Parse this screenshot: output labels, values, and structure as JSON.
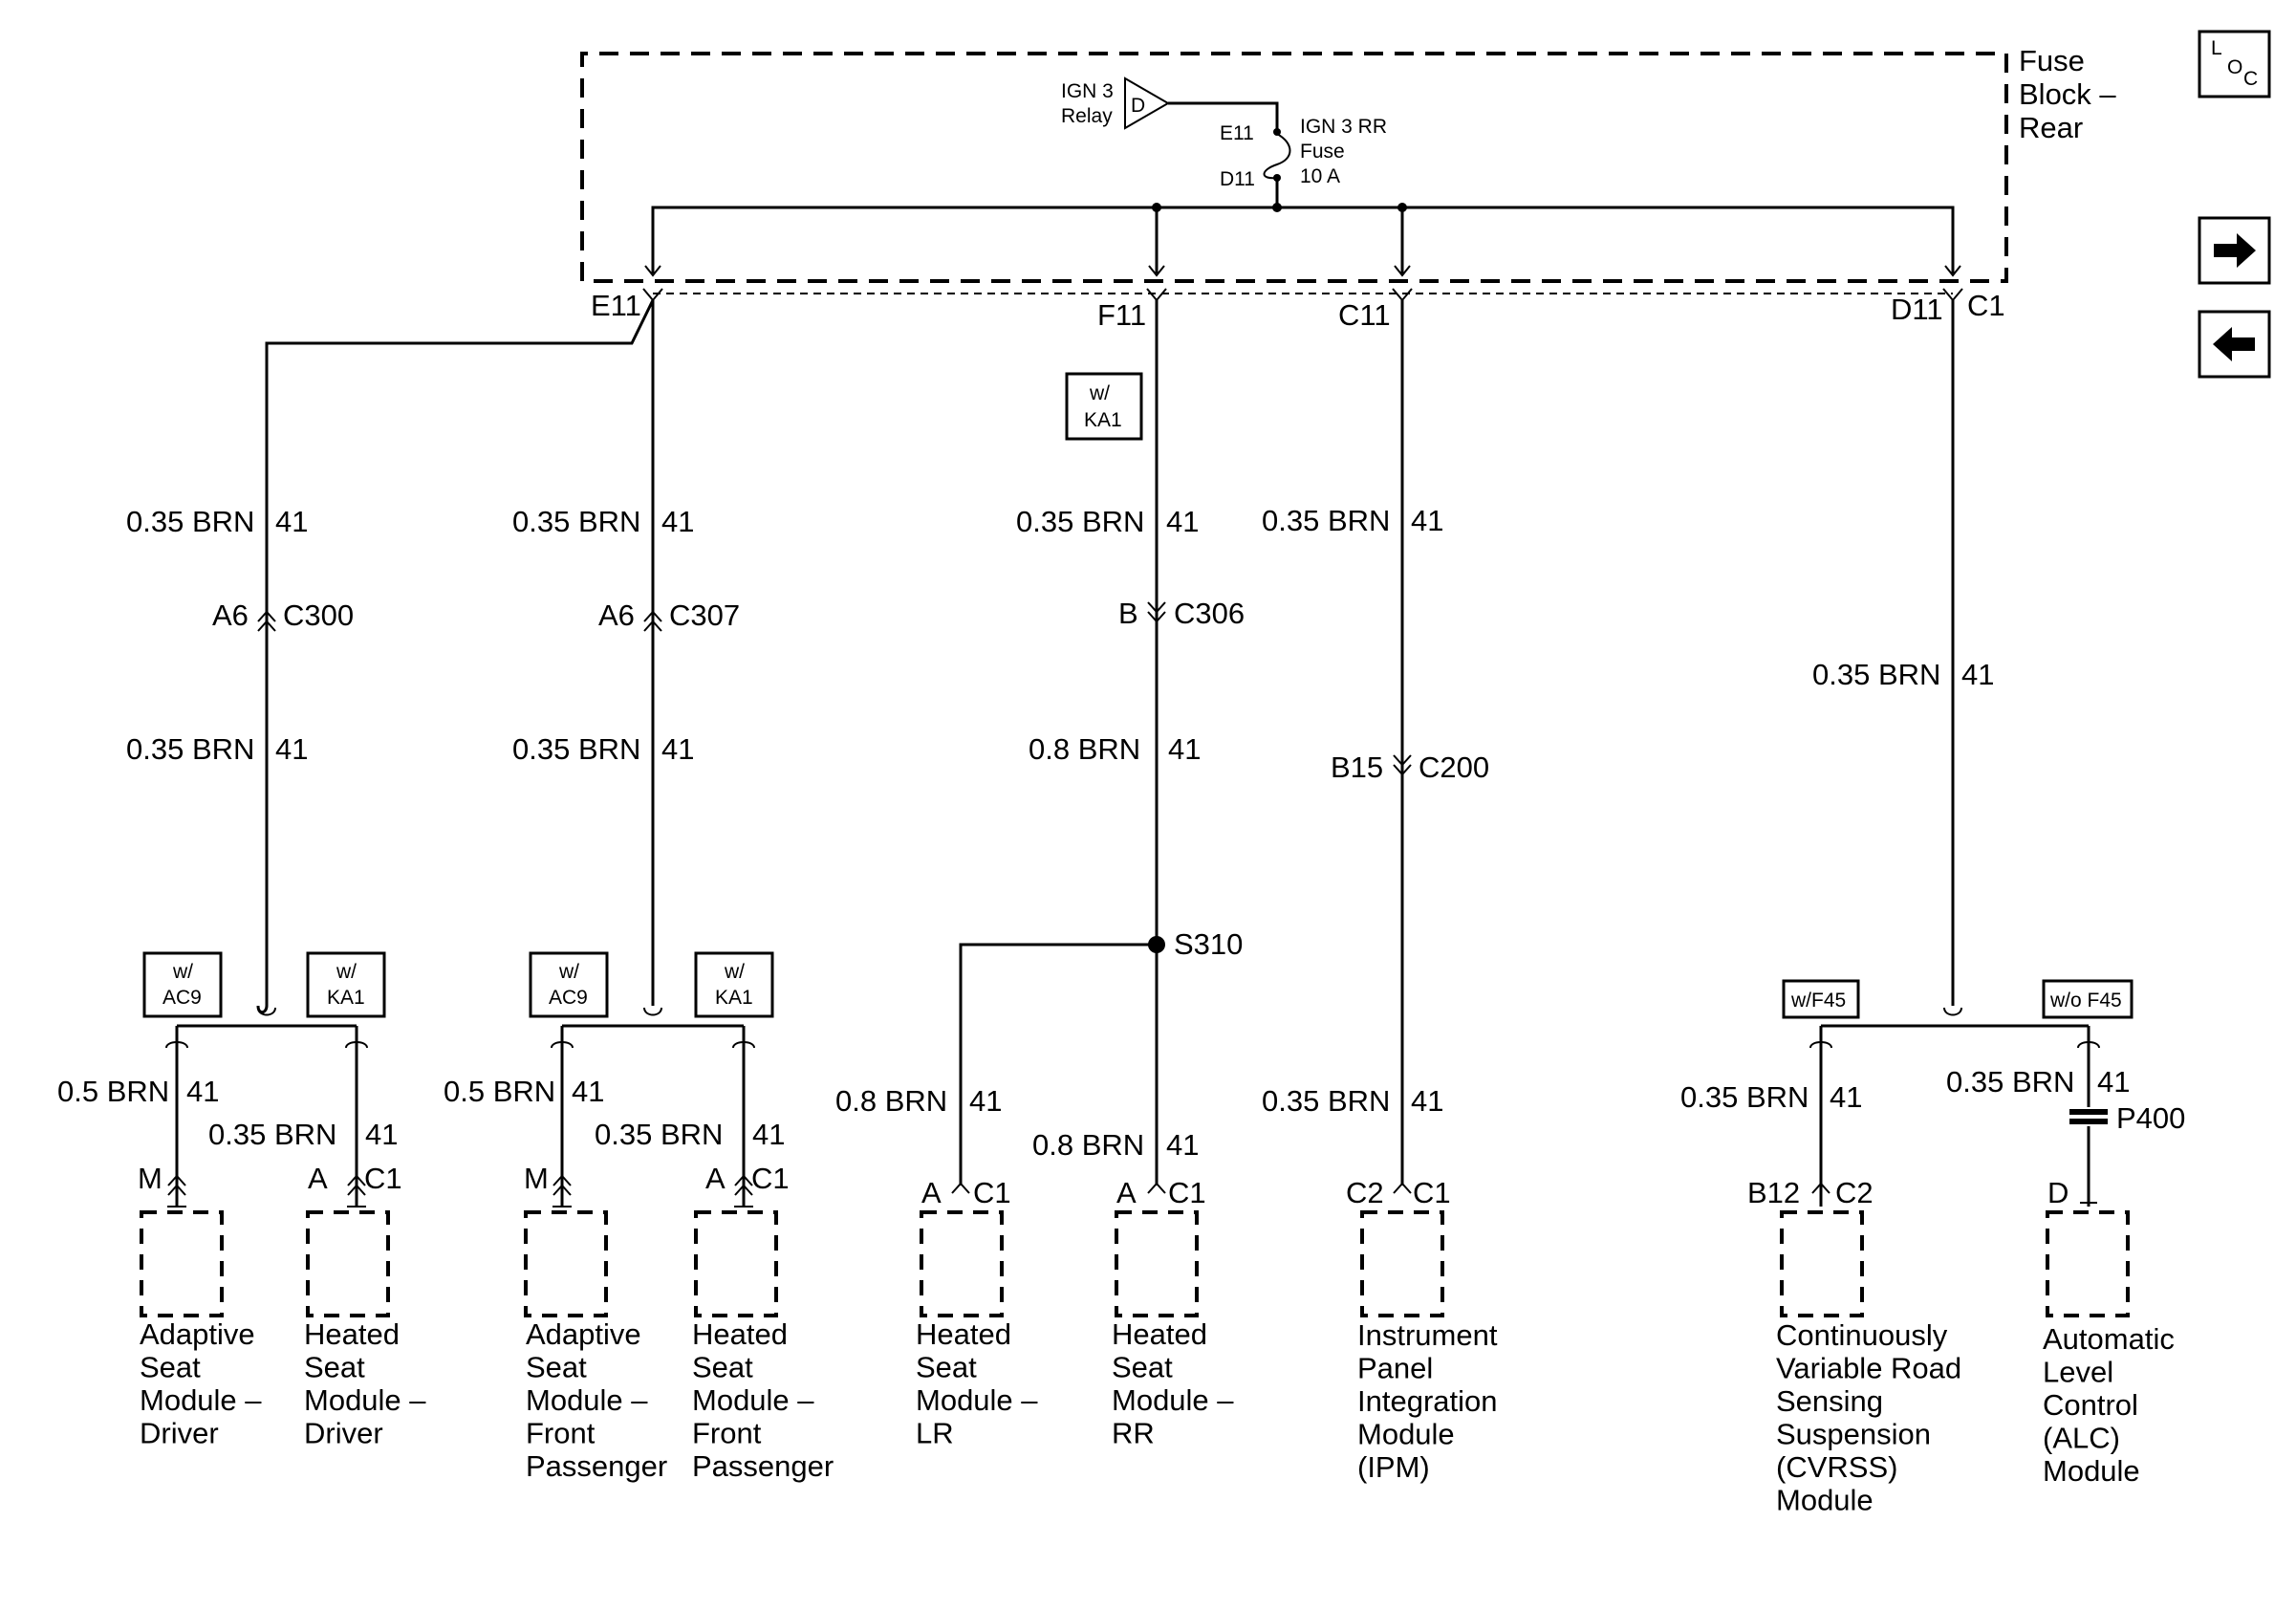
{
  "fuse_block": {
    "title_line1": "Fuse",
    "title_line2": "Block –",
    "title_line3": "Rear",
    "relay_line1": "IGN 3",
    "relay_line2": "Relay",
    "relay_symbol": "D",
    "fuse_top_pin": "E11",
    "fuse_bottom_pin": "D11",
    "fuse_line1": "IGN 3 RR",
    "fuse_line2": "Fuse",
    "fuse_line3": "10 A"
  },
  "outputs": {
    "e11": "E11",
    "f11": "F11",
    "c11": "C11",
    "d11": "D11",
    "c1": "C1"
  },
  "options": {
    "f11_opt": [
      "w/",
      "KA1"
    ],
    "c300_left": [
      "w/",
      "AC9"
    ],
    "c300_right": [
      "w/",
      "KA1"
    ],
    "c307_left": [
      "w/",
      "AC9"
    ],
    "c307_right": [
      "w/",
      "KA1"
    ],
    "f45_left": "w/F45",
    "f45_right": "w/o F45"
  },
  "wires": {
    "w1_top": "0.35 BRN",
    "w1_mid": "0.35 BRN",
    "w2_top": "0.35 BRN",
    "w2_mid": "0.35 BRN",
    "w3_top": "0.35 BRN",
    "w3_mid": "0.8 BRN",
    "w4_top": "0.35 BRN",
    "w5_top": "0.35 BRN",
    "b1": "0.5 BRN",
    "b2": "0.35 BRN",
    "b3": "0.5 BRN",
    "b4": "0.35 BRN",
    "b5": "0.8 BRN",
    "b6": "0.8 BRN",
    "b7": "0.35 BRN",
    "b8": "0.35 BRN",
    "b9": "0.35 BRN",
    "circuit": "41"
  },
  "connectors": {
    "c300_pin": "A6",
    "c300": "C300",
    "c307_pin": "A6",
    "c307": "C307",
    "c306_pin": "B",
    "c306": "C306",
    "c200_pin": "B15",
    "c200": "C200",
    "splice": "S310",
    "p400": "P400"
  },
  "modules": [
    {
      "pin": "M",
      "conn": "",
      "lines": [
        "Adaptive",
        "Seat",
        "Module –",
        "Driver"
      ]
    },
    {
      "pin": "A",
      "conn": "C1",
      "lines": [
        "Heated",
        "Seat",
        "Module –",
        "Driver"
      ]
    },
    {
      "pin": "M",
      "conn": "",
      "lines": [
        "Adaptive",
        "Seat",
        "Module –",
        "Front",
        "Passenger"
      ]
    },
    {
      "pin": "A",
      "conn": "C1",
      "lines": [
        "Heated",
        "Seat",
        "Module –",
        "Front",
        "Passenger"
      ]
    },
    {
      "pin": "A",
      "conn": "C1",
      "lines": [
        "Heated",
        "Seat",
        "Module –",
        "LR"
      ]
    },
    {
      "pin": "A",
      "conn": "C1",
      "lines": [
        "Heated",
        "Seat",
        "Module –",
        "RR"
      ]
    },
    {
      "pin": "C2",
      "conn": "C1",
      "lines": [
        "Instrument",
        "Panel",
        "Integration",
        "Module",
        "(IPM)"
      ]
    },
    {
      "pin": "B12",
      "conn": "C2",
      "lines": [
        "Continuously",
        "Variable Road",
        "Sensing",
        "Suspension",
        "(CVRSS)",
        "Module"
      ]
    },
    {
      "pin": "D",
      "conn": "",
      "lines": [
        "Automatic",
        "Level",
        "Control",
        "(ALC)",
        "Module"
      ]
    }
  ],
  "nav": {
    "loc_l": "L",
    "loc_o": "O",
    "loc_c": "C",
    "forward_icon": "arrow-right-icon",
    "back_icon": "arrow-left-icon"
  }
}
